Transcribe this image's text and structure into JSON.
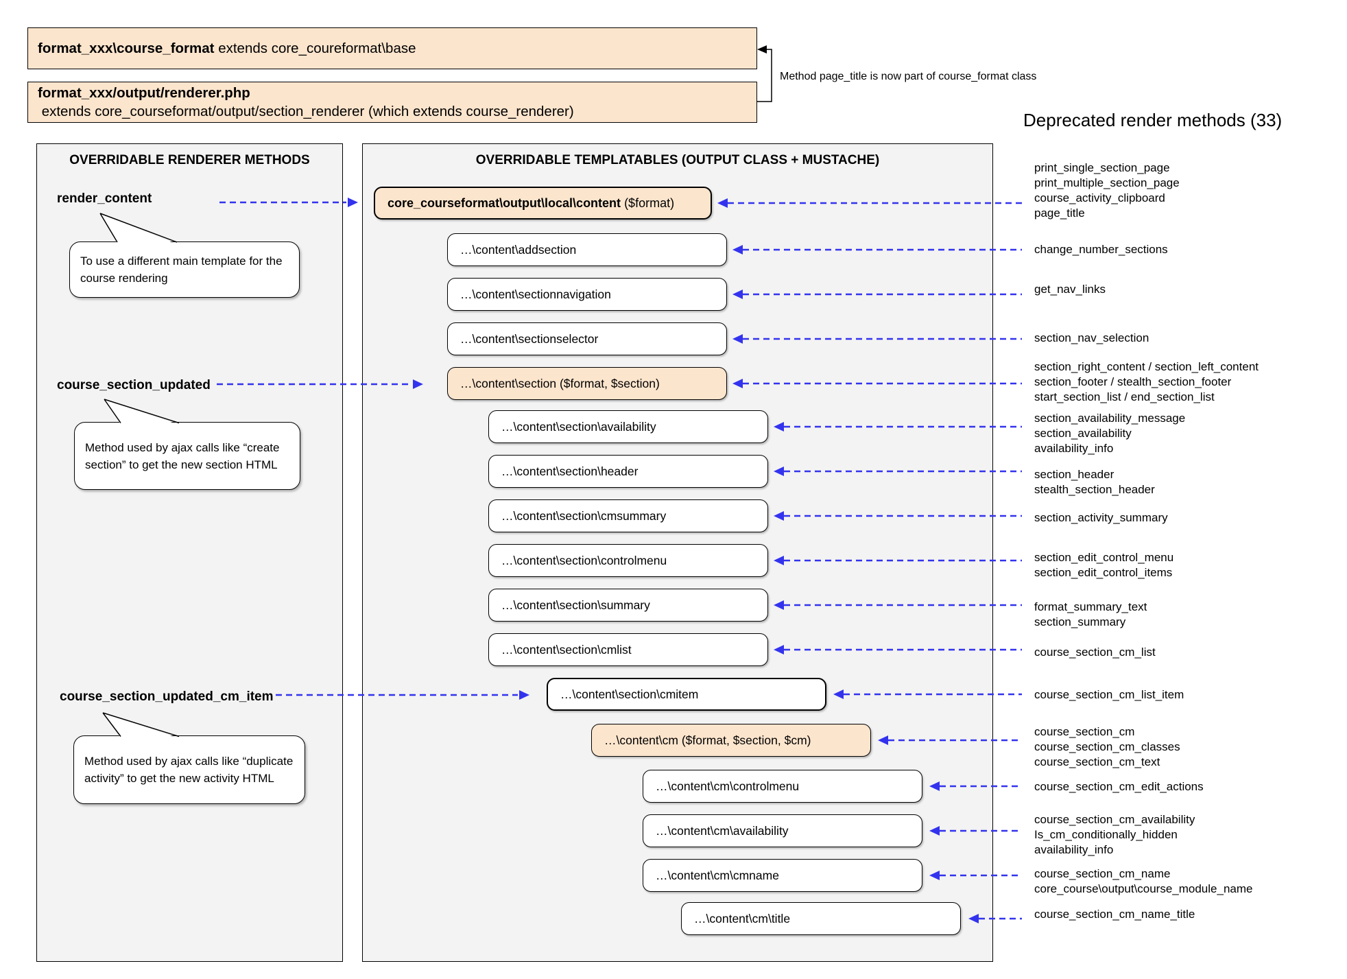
{
  "header": {
    "class_box": {
      "bold": "format_xxx\\course_format",
      "rest": " extends core_coureformat\\base"
    },
    "renderer_box": {
      "bold": "format_xxx/output/renderer.php",
      "rest": " extends core_courseformat/output/section_renderer (which extends course_renderer)"
    },
    "note": "Method page_title is now part of course_format class"
  },
  "renderer_panel": {
    "title": "OVERRIDABLE RENDERER METHODS",
    "methods": [
      {
        "name": "render_content",
        "bubble": "To use a different main template for the course rendering"
      },
      {
        "name": "course_section_updated",
        "bubble": "Method used by ajax calls like “create section” to get the new section HTML"
      },
      {
        "name": "course_section_updated_cm_item",
        "bubble": "Method used by ajax calls like “duplicate activity” to get the new activity HTML"
      }
    ]
  },
  "templatables_panel": {
    "title": "OVERRIDABLE TEMPLATABLES (OUTPUT CLASS + MUSTACHE)",
    "boxes": [
      {
        "bold": "core_courseformat\\output\\local\\content",
        "rest": " ($format)"
      },
      {
        "label": "…\\content\\addsection"
      },
      {
        "label": "…\\content\\sectionnavigation"
      },
      {
        "label": "…\\content\\sectionselector"
      },
      {
        "label": "…\\content\\section ($format, $section)"
      },
      {
        "label": "…\\content\\section\\availability"
      },
      {
        "label": "…\\content\\section\\header"
      },
      {
        "label": "…\\content\\section\\cmsummary"
      },
      {
        "label": "…\\content\\section\\controlmenu"
      },
      {
        "label": "…\\content\\section\\summary"
      },
      {
        "label": "…\\content\\section\\cmlist"
      },
      {
        "label": "…\\content\\section\\cmitem"
      },
      {
        "label": "…\\content\\cm ($format, $section, $cm)"
      },
      {
        "label": "…\\content\\cm\\controlmenu"
      },
      {
        "label": "…\\content\\cm\\availability"
      },
      {
        "label": "…\\content\\cm\\cmname"
      },
      {
        "label": "…\\content\\cm\\title"
      }
    ]
  },
  "deprecated_panel": {
    "title": "Deprecated render methods (33)",
    "groups": [
      {
        "lines": [
          "print_single_section_page",
          "print_multiple_section_page",
          "course_activity_clipboard",
          "page_title"
        ]
      },
      {
        "lines": [
          "change_number_sections"
        ]
      },
      {
        "lines": [
          "get_nav_links"
        ]
      },
      {
        "lines": [
          "section_nav_selection"
        ]
      },
      {
        "lines": [
          "section_right_content / section_left_content",
          "section_footer / stealth_section_footer",
          "start_section_list / end_section_list"
        ]
      },
      {
        "lines": [
          "section_availability_message",
          "section_availability",
          "availability_info"
        ]
      },
      {
        "lines": [
          "section_header",
          "stealth_section_header"
        ]
      },
      {
        "lines": [
          "section_activity_summary"
        ]
      },
      {
        "lines": [
          "section_edit_control_menu",
          "section_edit_control_items"
        ]
      },
      {
        "lines": [
          "format_summary_text",
          "section_summary"
        ]
      },
      {
        "lines": [
          "course_section_cm_list"
        ]
      },
      {
        "lines": [
          "course_section_cm_list_item"
        ]
      },
      {
        "lines": [
          "course_section_cm",
          "course_section_cm_classes",
          "course_section_cm_text"
        ]
      },
      {
        "lines": [
          "course_section_cm_edit_actions"
        ]
      },
      {
        "lines": [
          "course_section_cm_availability",
          "Is_cm_conditionally_hidden",
          "availability_info"
        ]
      },
      {
        "lines": [
          "course_section_cm_name",
          "core_course\\output\\course_module_name"
        ]
      },
      {
        "lines": [
          "course_section_cm_name_title"
        ]
      }
    ]
  },
  "colors": {
    "accent_fill": "#fce5cd",
    "panel_fill": "#f3f3f3",
    "arrow_blue": "#3333ee"
  }
}
